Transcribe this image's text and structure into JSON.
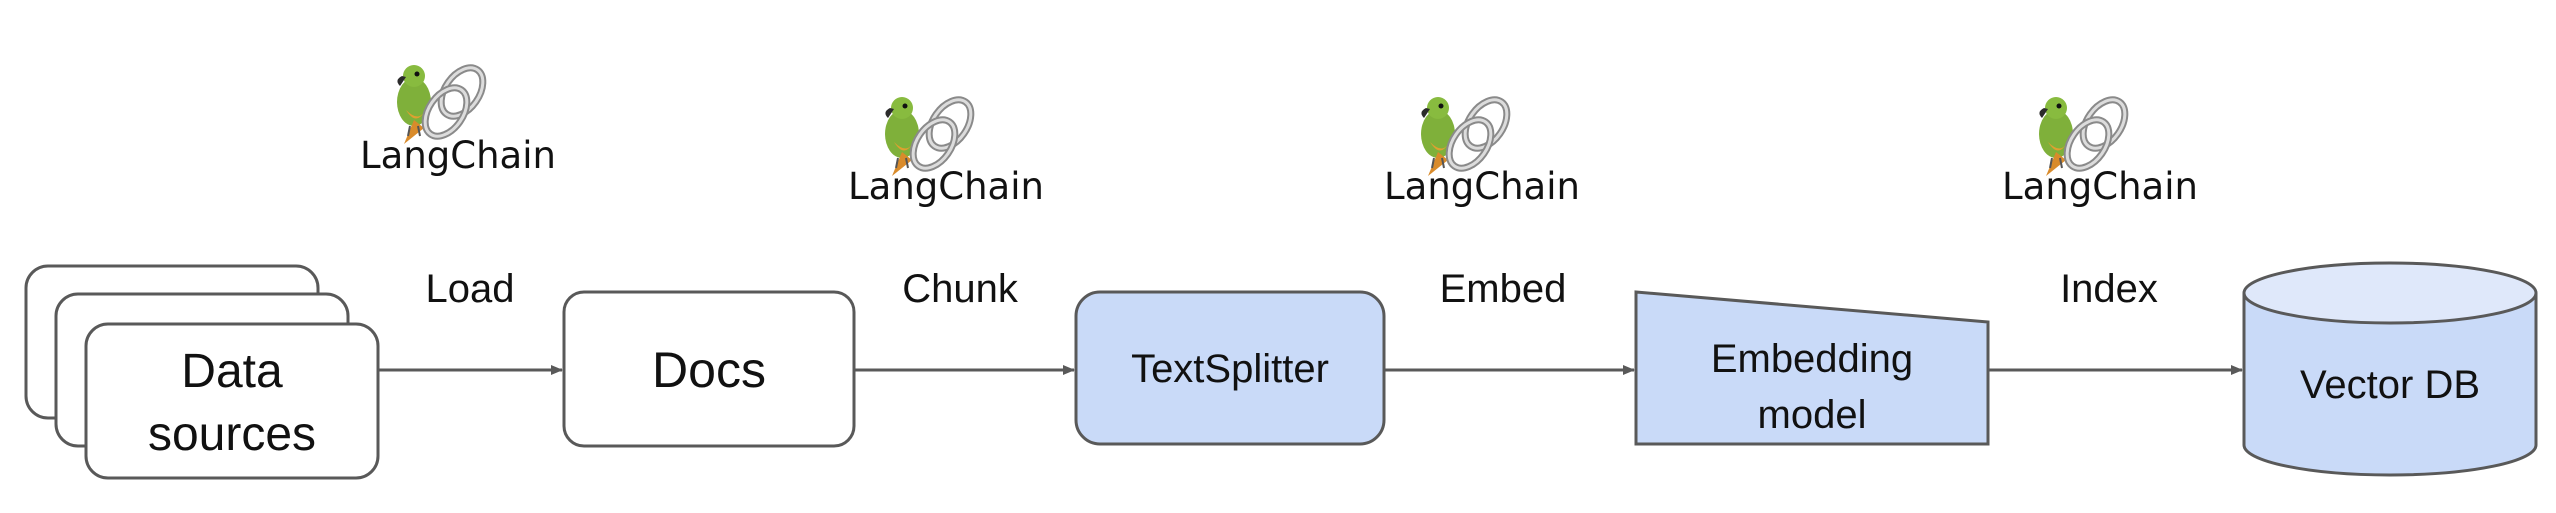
{
  "nodes": {
    "data_sources": {
      "line1": "Data",
      "line2": "sources"
    },
    "docs": {
      "label": "Docs"
    },
    "text_splitter": {
      "label": "TextSplitter"
    },
    "embedding_model": {
      "line1": "Embedding",
      "line2": "model"
    },
    "vector_db": {
      "label": "Vector DB"
    }
  },
  "edges": {
    "load": "Load",
    "chunk": "Chunk",
    "embed": "Embed",
    "index": "Index"
  },
  "brand": {
    "logo_1": "LangChain",
    "logo_2": "LangChain",
    "logo_3": "LangChain",
    "logo_4": "LangChain",
    "icon": "parrot-chain-icon"
  },
  "colors": {
    "node_fill_blue": "#c9daf8",
    "stroke": "#595959",
    "arrow": "#595959",
    "background": "#ffffff"
  }
}
